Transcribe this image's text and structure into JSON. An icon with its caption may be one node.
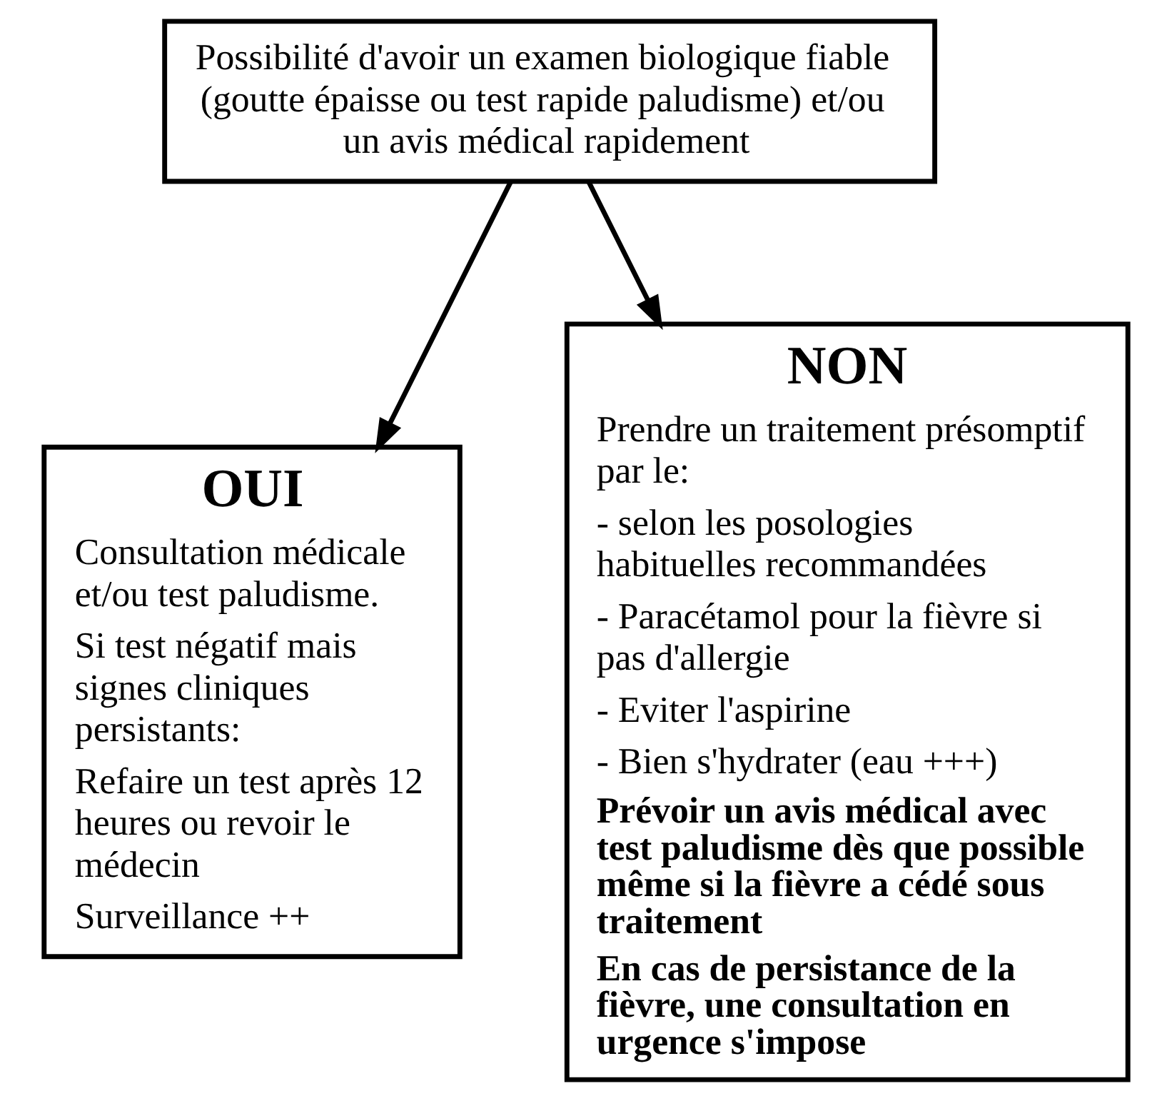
{
  "diagram": {
    "nodes": [
      {
        "text": [
          "Possibilité d'avoir un examen biologique fiable (goutte épaisse ou test rapide paludisme) et/ou un avis médical rapidement"
        ]
      },
      {
        "text": [
          "OUI",
          "Consultation médicale et/ou test paludisme.",
          "Si test négatif mais signes cliniques persistants:",
          "Refaire un test après 12 heures ou revoir le médecin",
          "Surveillance ++"
        ]
      },
      {
        "text": [
          "NON",
          "Prendre un traitement présomptif par le:",
          "- selon les posologies habituelles recommandées",
          "- Paracétamol pour la fièvre si pas d'allergie",
          "- Eviter l'aspirine",
          "- Bien s'hydrater (eau +++)",
          "Prévoir un avis médical avec test paludisme dès que possible même si la fièvre a cédé sous traitement",
          "En cas de persistance de la fièvre, une consultation en urgence s'impose"
        ]
      }
    ],
    "edges": [
      {
        "from": 0,
        "to": 1,
        "arrow": "to"
      },
      {
        "from": 0,
        "to": 2,
        "arrow": "to"
      }
    ]
  }
}
